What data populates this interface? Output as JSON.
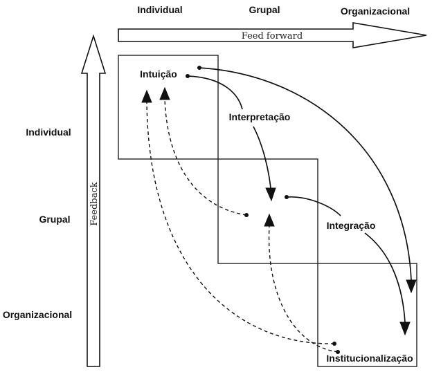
{
  "columns": {
    "individual": "Individual",
    "grupal": "Grupal",
    "organizacional": "Organizacional"
  },
  "rows": {
    "individual": "Individual",
    "grupal": "Grupal",
    "organizacional": "Organizacional"
  },
  "arrows": {
    "feed_forward": "Feed forward",
    "feedback": "Feedback"
  },
  "processes": {
    "intuicao": "Intuição",
    "interpretacao": "Interpretação",
    "integracao": "Integração",
    "institucionalizacao": "Institucionalização"
  }
}
